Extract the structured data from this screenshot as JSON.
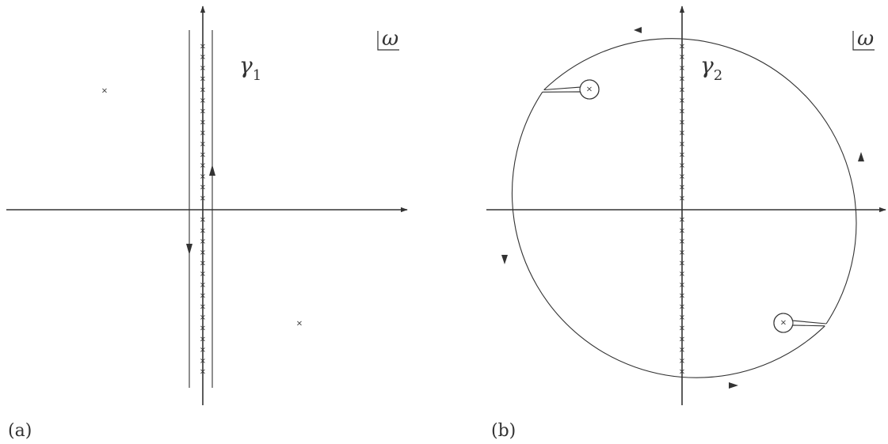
{
  "panels": [
    {
      "id": "a",
      "panel_label": "(a)",
      "contour_label": "γ",
      "contour_subscript": "1",
      "plane_label": "ω"
    },
    {
      "id": "b",
      "panel_label": "(b)",
      "contour_label": "γ",
      "contour_subscript": "2",
      "plane_label": "ω"
    }
  ],
  "pole_marker": "×",
  "colors": {
    "ink": "#333333",
    "background": "#ffffff"
  }
}
